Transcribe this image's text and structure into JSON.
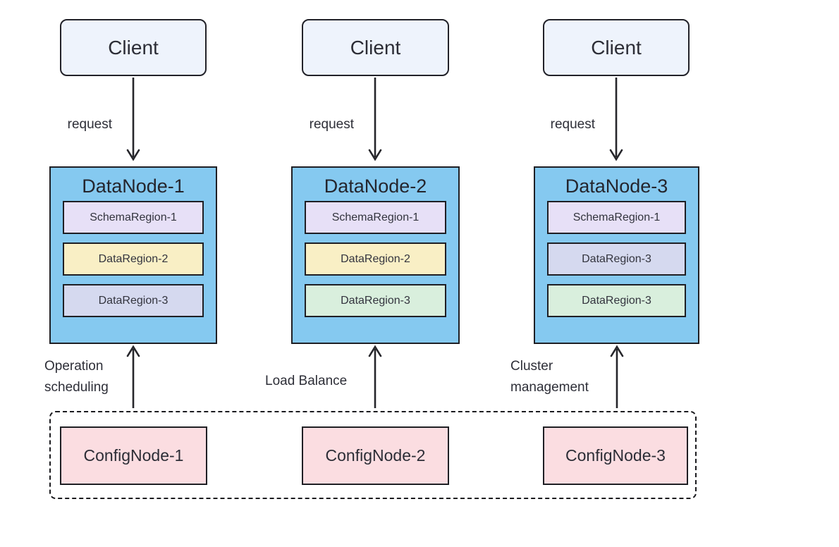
{
  "diagram": {
    "columns": [
      {
        "client": "Client",
        "request": "request",
        "datanode": {
          "title": "DataNode-1",
          "regions": [
            {
              "label": "SchemaRegion-1",
              "fill": "#e7e0f7"
            },
            {
              "label": "DataRegion-2",
              "fill": "#f9efc5"
            },
            {
              "label": "DataRegion-3",
              "fill": "#d5d9ef"
            }
          ]
        },
        "config_arrow_label": "Operation scheduling",
        "confignode": "ConfigNode-1"
      },
      {
        "client": "Client",
        "request": "request",
        "datanode": {
          "title": "DataNode-2",
          "regions": [
            {
              "label": "SchemaRegion-1",
              "fill": "#e7e0f7"
            },
            {
              "label": "DataRegion-2",
              "fill": "#f9efc5"
            },
            {
              "label": "DataRegion-3",
              "fill": "#d9efdd"
            }
          ]
        },
        "config_arrow_label": "Load Balance",
        "confignode": "ConfigNode-2"
      },
      {
        "client": "Client",
        "request": "request",
        "datanode": {
          "title": "DataNode-3",
          "regions": [
            {
              "label": "SchemaRegion-1",
              "fill": "#e7e0f7"
            },
            {
              "label": "DataRegion-3",
              "fill": "#d5d9ef"
            },
            {
              "label": "DataRegion-3",
              "fill": "#d9efdd"
            }
          ]
        },
        "config_arrow_label": "Cluster management",
        "confignode": "ConfigNode-3"
      }
    ],
    "colors": {
      "client_fill": "#eef3fc",
      "datanode_fill": "#85c9f0",
      "confignode_fill": "#fbdde1",
      "region_lavender": "#e7e0f7",
      "region_yellow": "#f9efc5",
      "region_periwinkle": "#d5d9ef",
      "region_green": "#d9efdd",
      "border": "#1f1f24",
      "arrow": "#26262b",
      "text": "#32333d"
    }
  }
}
